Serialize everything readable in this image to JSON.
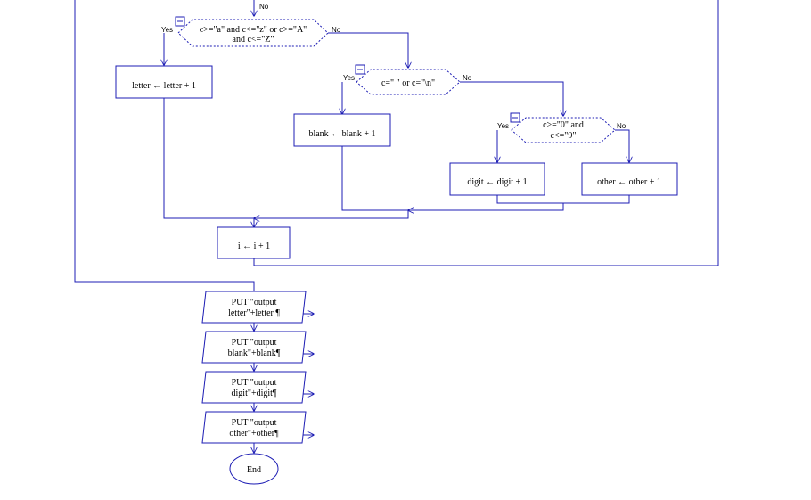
{
  "flowchart": {
    "branch_labels": {
      "yes": "Yes",
      "no": "No"
    },
    "top_no_label": "No",
    "decisions": {
      "letter_check": {
        "line1": "c>=\"a\" and c<=\"z\" or c>=\"A\"",
        "line2": "and c<=\"Z\""
      },
      "blank_check": {
        "line1": "c=\" \" or c=\"\\n\""
      },
      "digit_check": {
        "line1": "c>=\"0\"  and",
        "line2": "c<=\"9\""
      }
    },
    "assignments": {
      "letter": "letter ← letter + 1",
      "blank": "blank ← blank + 1",
      "digit": "digit ← digit + 1",
      "other": "other ← other + 1",
      "index": "i ← i + 1"
    },
    "outputs": [
      {
        "line1": "PUT \"output",
        "line2": "letter\"+letter  ¶"
      },
      {
        "line1": "PUT \"output",
        "line2": "blank\"+blank¶"
      },
      {
        "line1": "PUT \"output",
        "line2": "digit\"+digit¶"
      },
      {
        "line1": "PUT \"output",
        "line2": "other\"+other¶"
      }
    ],
    "end_label": "End",
    "accent_color": "#1c1cb4"
  }
}
